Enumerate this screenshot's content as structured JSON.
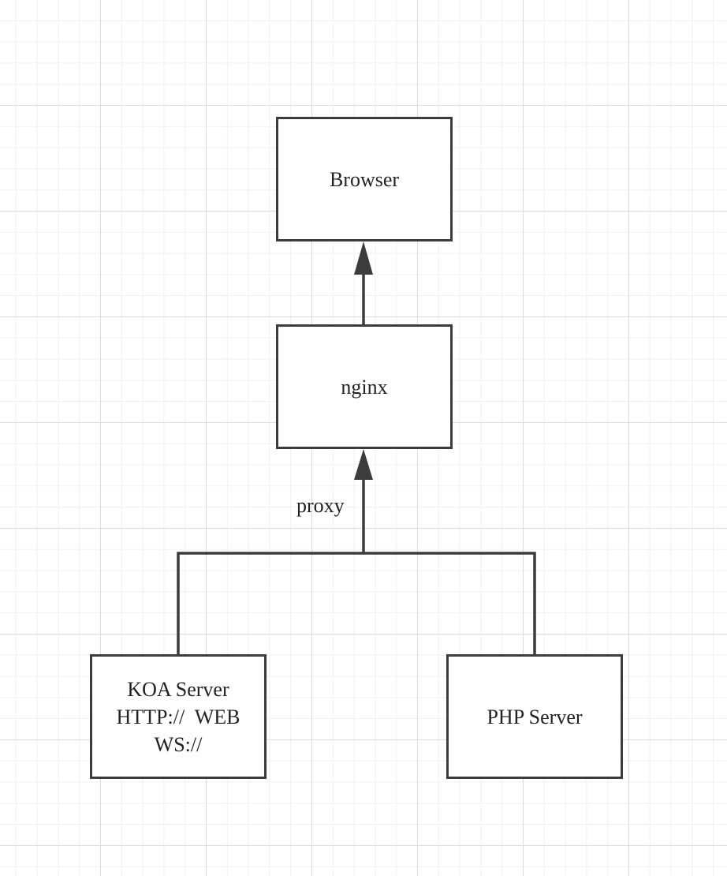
{
  "diagram": {
    "nodes": {
      "browser": {
        "label": "Browser"
      },
      "nginx": {
        "label": "nginx"
      },
      "koa": {
        "lines": [
          "KOA Server",
          "HTTP://  WEB",
          "WS://"
        ]
      },
      "php": {
        "label": "PHP Server"
      }
    },
    "edges": [
      {
        "from": "nginx",
        "to": "browser",
        "label": ""
      },
      {
        "from": "koa",
        "to": "nginx",
        "label": "proxy"
      },
      {
        "from": "php",
        "to": "nginx",
        "label": "proxy"
      }
    ],
    "edge_label_proxy": "proxy",
    "colors": {
      "line": "#3c3c3c",
      "text": "#222222",
      "grid_major": "#dcdcdc",
      "grid_minor": "#f0f0f0",
      "background": "#ffffff"
    }
  }
}
